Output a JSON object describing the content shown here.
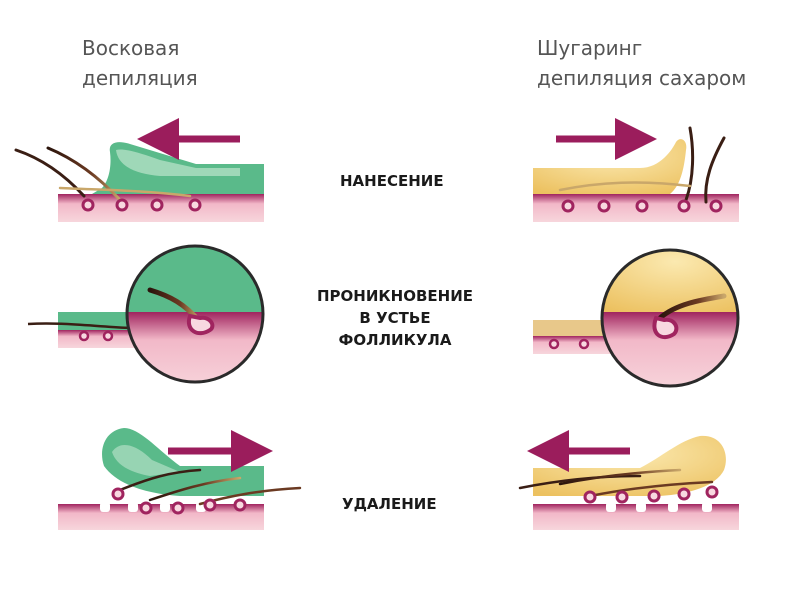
{
  "methods": {
    "wax": {
      "line1": "Восковая",
      "line2": "депиляция"
    },
    "sugar": {
      "line1": "Шугаринг",
      "line2": "депиляция сахаром"
    }
  },
  "steps": {
    "application": "НАНЕСЕНИЕ",
    "penetration": {
      "line1": "ПРОНИКНОВЕНИЕ",
      "line2": "В УСТЬЕ",
      "line3": "ФОЛЛИКУЛА"
    },
    "removal": "УДАЛЕНИЕ"
  },
  "colors": {
    "wax_green": "#5aba8a",
    "wax_green_light": "#a6dbbd",
    "sugar_yellow": "#f0c971",
    "sugar_yellow_light": "#f8e3a8",
    "skin": "#f4c6cc",
    "skin_dark": "#a0245f",
    "arrow": "#9b1d5c",
    "hair": "#3a1e14"
  }
}
